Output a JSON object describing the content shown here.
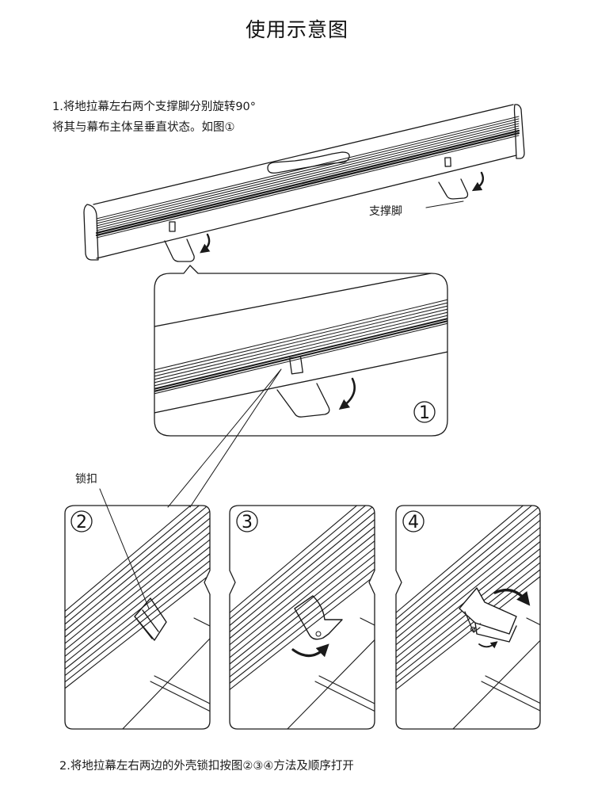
{
  "page": {
    "title": "使用示意图"
  },
  "step1": {
    "line1": "1.将地拉幕左右两个支撑脚分别旋转90°",
    "line2": "将其与幕布主体呈垂直状态。如图①"
  },
  "labels": {
    "support_leg": "支撑脚",
    "lock_clasp": "锁扣"
  },
  "panels": [
    {
      "number": "1",
      "caption": "support leg rotated 90°"
    },
    {
      "number": "2",
      "caption": "lock clasp closed"
    },
    {
      "number": "3",
      "caption": "lock clasp lifted"
    },
    {
      "number": "4",
      "caption": "lock clasp opened"
    }
  ],
  "step2": {
    "text": "2.将地拉幕左右两边的外壳锁扣按图②③④方法及顺序打开"
  },
  "colors": {
    "ink": "#1a1a1a",
    "background": "#ffffff"
  }
}
